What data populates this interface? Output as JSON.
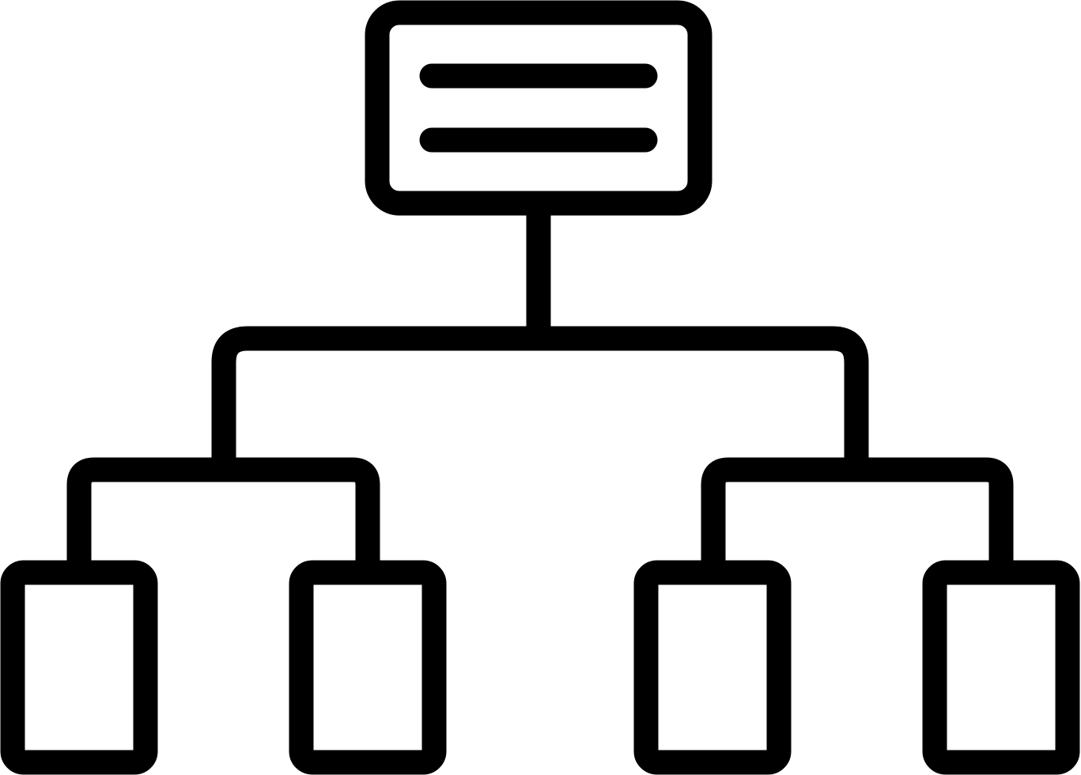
{
  "icon": {
    "name": "hierarchy-sitemap-icon",
    "stroke_color": "#000000",
    "background_color": "#ffffff"
  },
  "diagram": {
    "root": {
      "kind": "text-card",
      "text_lines": 2,
      "children": [
        {
          "kind": "branch",
          "children": [
            {
              "kind": "leaf"
            },
            {
              "kind": "leaf"
            }
          ]
        },
        {
          "kind": "branch",
          "children": [
            {
              "kind": "leaf"
            },
            {
              "kind": "leaf"
            }
          ]
        }
      ]
    }
  }
}
